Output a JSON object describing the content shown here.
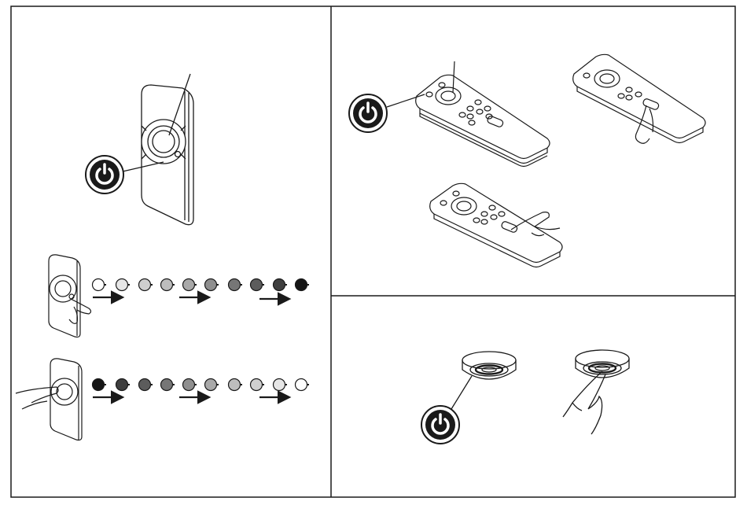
{
  "panels": {
    "left": {
      "main_remote": {
        "callout_icon": "power-icon"
      },
      "dim_up_sequence": {
        "direction": "dark-to-light-increasing-fill",
        "steps": 10,
        "arrows": 3
      },
      "dim_down_sequence": {
        "direction": "filled-to-empty",
        "steps": 10,
        "arrows": 3
      }
    },
    "top_right": {
      "remote": {
        "callout_icon": "power-icon"
      },
      "hand_press_remotes": 2
    },
    "bottom_right": {
      "puck_light": {
        "callout_icon": "power-icon"
      },
      "hand_press_puck": 1
    }
  },
  "colors": {
    "line": "#1a1a1a",
    "dot_fills": [
      "#ffffff",
      "#e6e6e6",
      "#cfcfcf",
      "#bdbdbd",
      "#a9a9a9",
      "#8f8f8f",
      "#767676",
      "#5c5c5c",
      "#3f3f3f",
      "#151515"
    ]
  },
  "icons": [
    "power-icon",
    "arrow-right-icon",
    "hand-icon",
    "remote-icon",
    "puck-light-icon"
  ]
}
